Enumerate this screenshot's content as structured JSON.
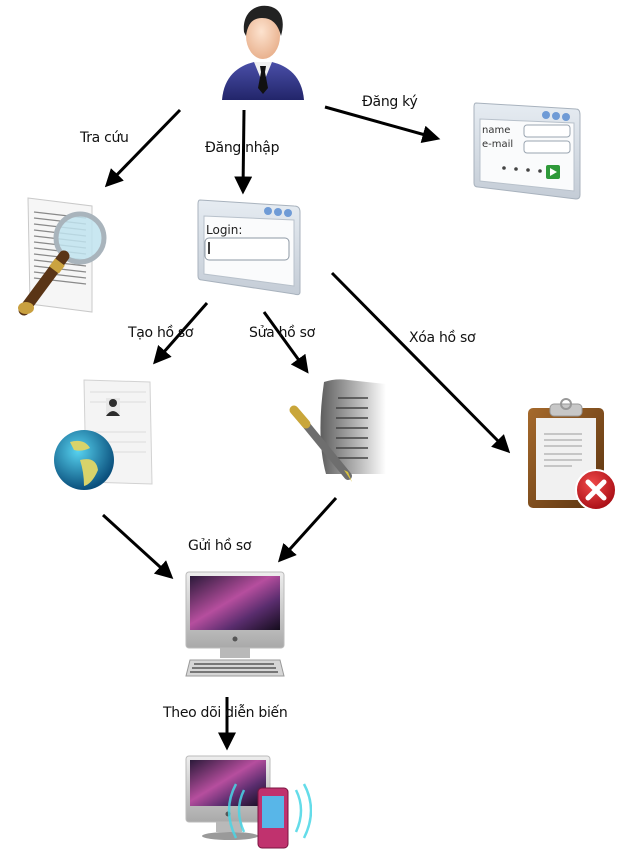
{
  "diagram": {
    "nodes": {
      "user": {
        "icon": "user-icon"
      },
      "register_form": {
        "icon": "register-form-icon",
        "name_label": "name",
        "email_label": "e-mail"
      },
      "lookup": {
        "icon": "document-search-icon"
      },
      "login_form": {
        "icon": "login-form-icon",
        "login_label": "Login:"
      },
      "create_profile": {
        "icon": "profile-globe-icon"
      },
      "edit_profile": {
        "icon": "document-pen-icon"
      },
      "delete_profile": {
        "icon": "clipboard-delete-icon"
      },
      "send_profile": {
        "icon": "computer-icon"
      },
      "track_progress": {
        "icon": "computer-phone-icon"
      }
    },
    "edges": [
      {
        "from": "user",
        "to": "lookup",
        "label": "Tra cứu"
      },
      {
        "from": "user",
        "to": "login_form",
        "label": "Đăng nhập"
      },
      {
        "from": "user",
        "to": "register_form",
        "label": "Đăng ký"
      },
      {
        "from": "login_form",
        "to": "create_profile",
        "label": "Tạo hồ sơ"
      },
      {
        "from": "login_form",
        "to": "edit_profile",
        "label": "Sửa hồ sơ"
      },
      {
        "from": "login_form",
        "to": "delete_profile",
        "label": "Xóa hồ sơ"
      },
      {
        "from": "create_profile",
        "to": "send_profile",
        "label": ""
      },
      {
        "from": "edit_profile",
        "to": "send_profile",
        "label": "Gửi hồ sơ"
      },
      {
        "from": "send_profile",
        "to": "track_progress",
        "label": "Theo dõi diễn biến"
      }
    ]
  },
  "colors": {
    "arrow": "#000000",
    "suit": "#2c2f7a",
    "window_frame": "#c9d2dc",
    "window_dots": "#6f9bd6",
    "go_button": "#2f9a3a",
    "delete_badge": "#d4101c",
    "screen": "#8a3a7a"
  }
}
